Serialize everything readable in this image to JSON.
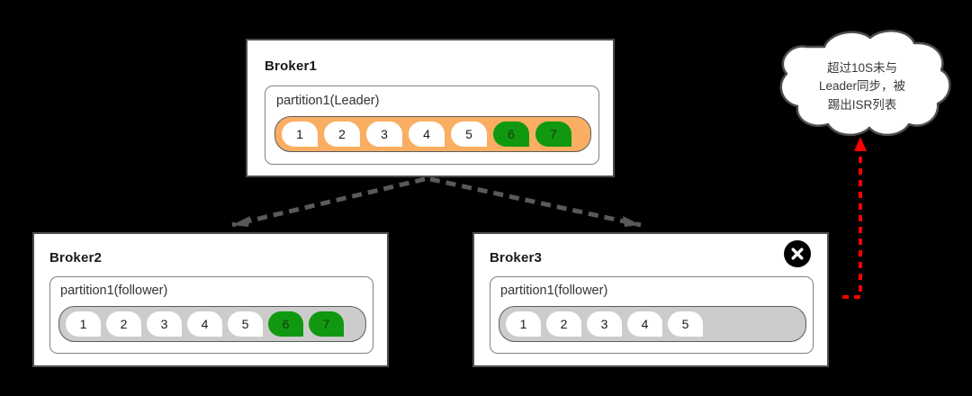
{
  "diagram": {
    "title": "Kafka ISR replication diagram",
    "background_color": "#000000",
    "colors": {
      "leader_bar": "#f9ae62",
      "follower_bar": "#cccccc",
      "synced_cell": "#109910",
      "unsynced_cell": "#ffffff",
      "card_border": "#4d4d4d",
      "arrow_gray": "#595959",
      "arrow_red": "#ff0000",
      "badge": "#000000"
    }
  },
  "brokers": [
    {
      "id": "broker1",
      "title": "Broker1",
      "partition_label": "partition1(Leader)",
      "bar_style": "leader",
      "has_error_badge": false,
      "cells": [
        {
          "label": "1",
          "state": "unsynced"
        },
        {
          "label": "2",
          "state": "unsynced"
        },
        {
          "label": "3",
          "state": "unsynced"
        },
        {
          "label": "4",
          "state": "unsynced"
        },
        {
          "label": "5",
          "state": "unsynced"
        },
        {
          "label": "6",
          "state": "synced"
        },
        {
          "label": "7",
          "state": "synced"
        }
      ]
    },
    {
      "id": "broker2",
      "title": "Broker2",
      "partition_label": "partition1(follower)",
      "bar_style": "follower",
      "has_error_badge": false,
      "cells": [
        {
          "label": "1",
          "state": "unsynced"
        },
        {
          "label": "2",
          "state": "unsynced"
        },
        {
          "label": "3",
          "state": "unsynced"
        },
        {
          "label": "4",
          "state": "unsynced"
        },
        {
          "label": "5",
          "state": "unsynced"
        },
        {
          "label": "6",
          "state": "synced"
        },
        {
          "label": "7",
          "state": "synced"
        }
      ]
    },
    {
      "id": "broker3",
      "title": "Broker3",
      "partition_label": "partition1(follower)",
      "bar_style": "follower",
      "has_error_badge": true,
      "error_badge_icon": "x-circle-icon",
      "cells": [
        {
          "label": "1",
          "state": "unsynced"
        },
        {
          "label": "2",
          "state": "unsynced"
        },
        {
          "label": "3",
          "state": "unsynced"
        },
        {
          "label": "4",
          "state": "unsynced"
        },
        {
          "label": "5",
          "state": "unsynced"
        }
      ]
    }
  ],
  "callout": {
    "text": "超过10S未与\nLeader同步，被\n踢出ISR列表",
    "shape": "cloud"
  },
  "connectors": [
    {
      "name": "broker1-to-broker2",
      "style": "dashed",
      "color": "#595959"
    },
    {
      "name": "broker1-to-broker3",
      "style": "dashed",
      "color": "#595959"
    },
    {
      "name": "broker3-to-callout",
      "style": "dotted",
      "color": "#ff0000"
    }
  ]
}
